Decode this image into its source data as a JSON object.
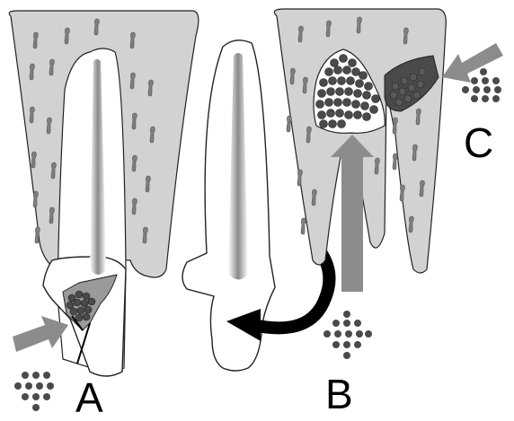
{
  "labels": {
    "a": "A",
    "b": "B",
    "c": "C"
  },
  "colors": {
    "dentin": "#d2d2d2",
    "tubule": "#7f7f7f",
    "arrow": "#8c8c8c",
    "bacteria": "#4a4a4a",
    "curved_arrow": "#000000",
    "outline": "#222222"
  },
  "figure_parts": [
    "tooth-cross-section",
    "root-canal",
    "tooth-crown",
    "bacteria-cluster",
    "entry-arrow"
  ]
}
